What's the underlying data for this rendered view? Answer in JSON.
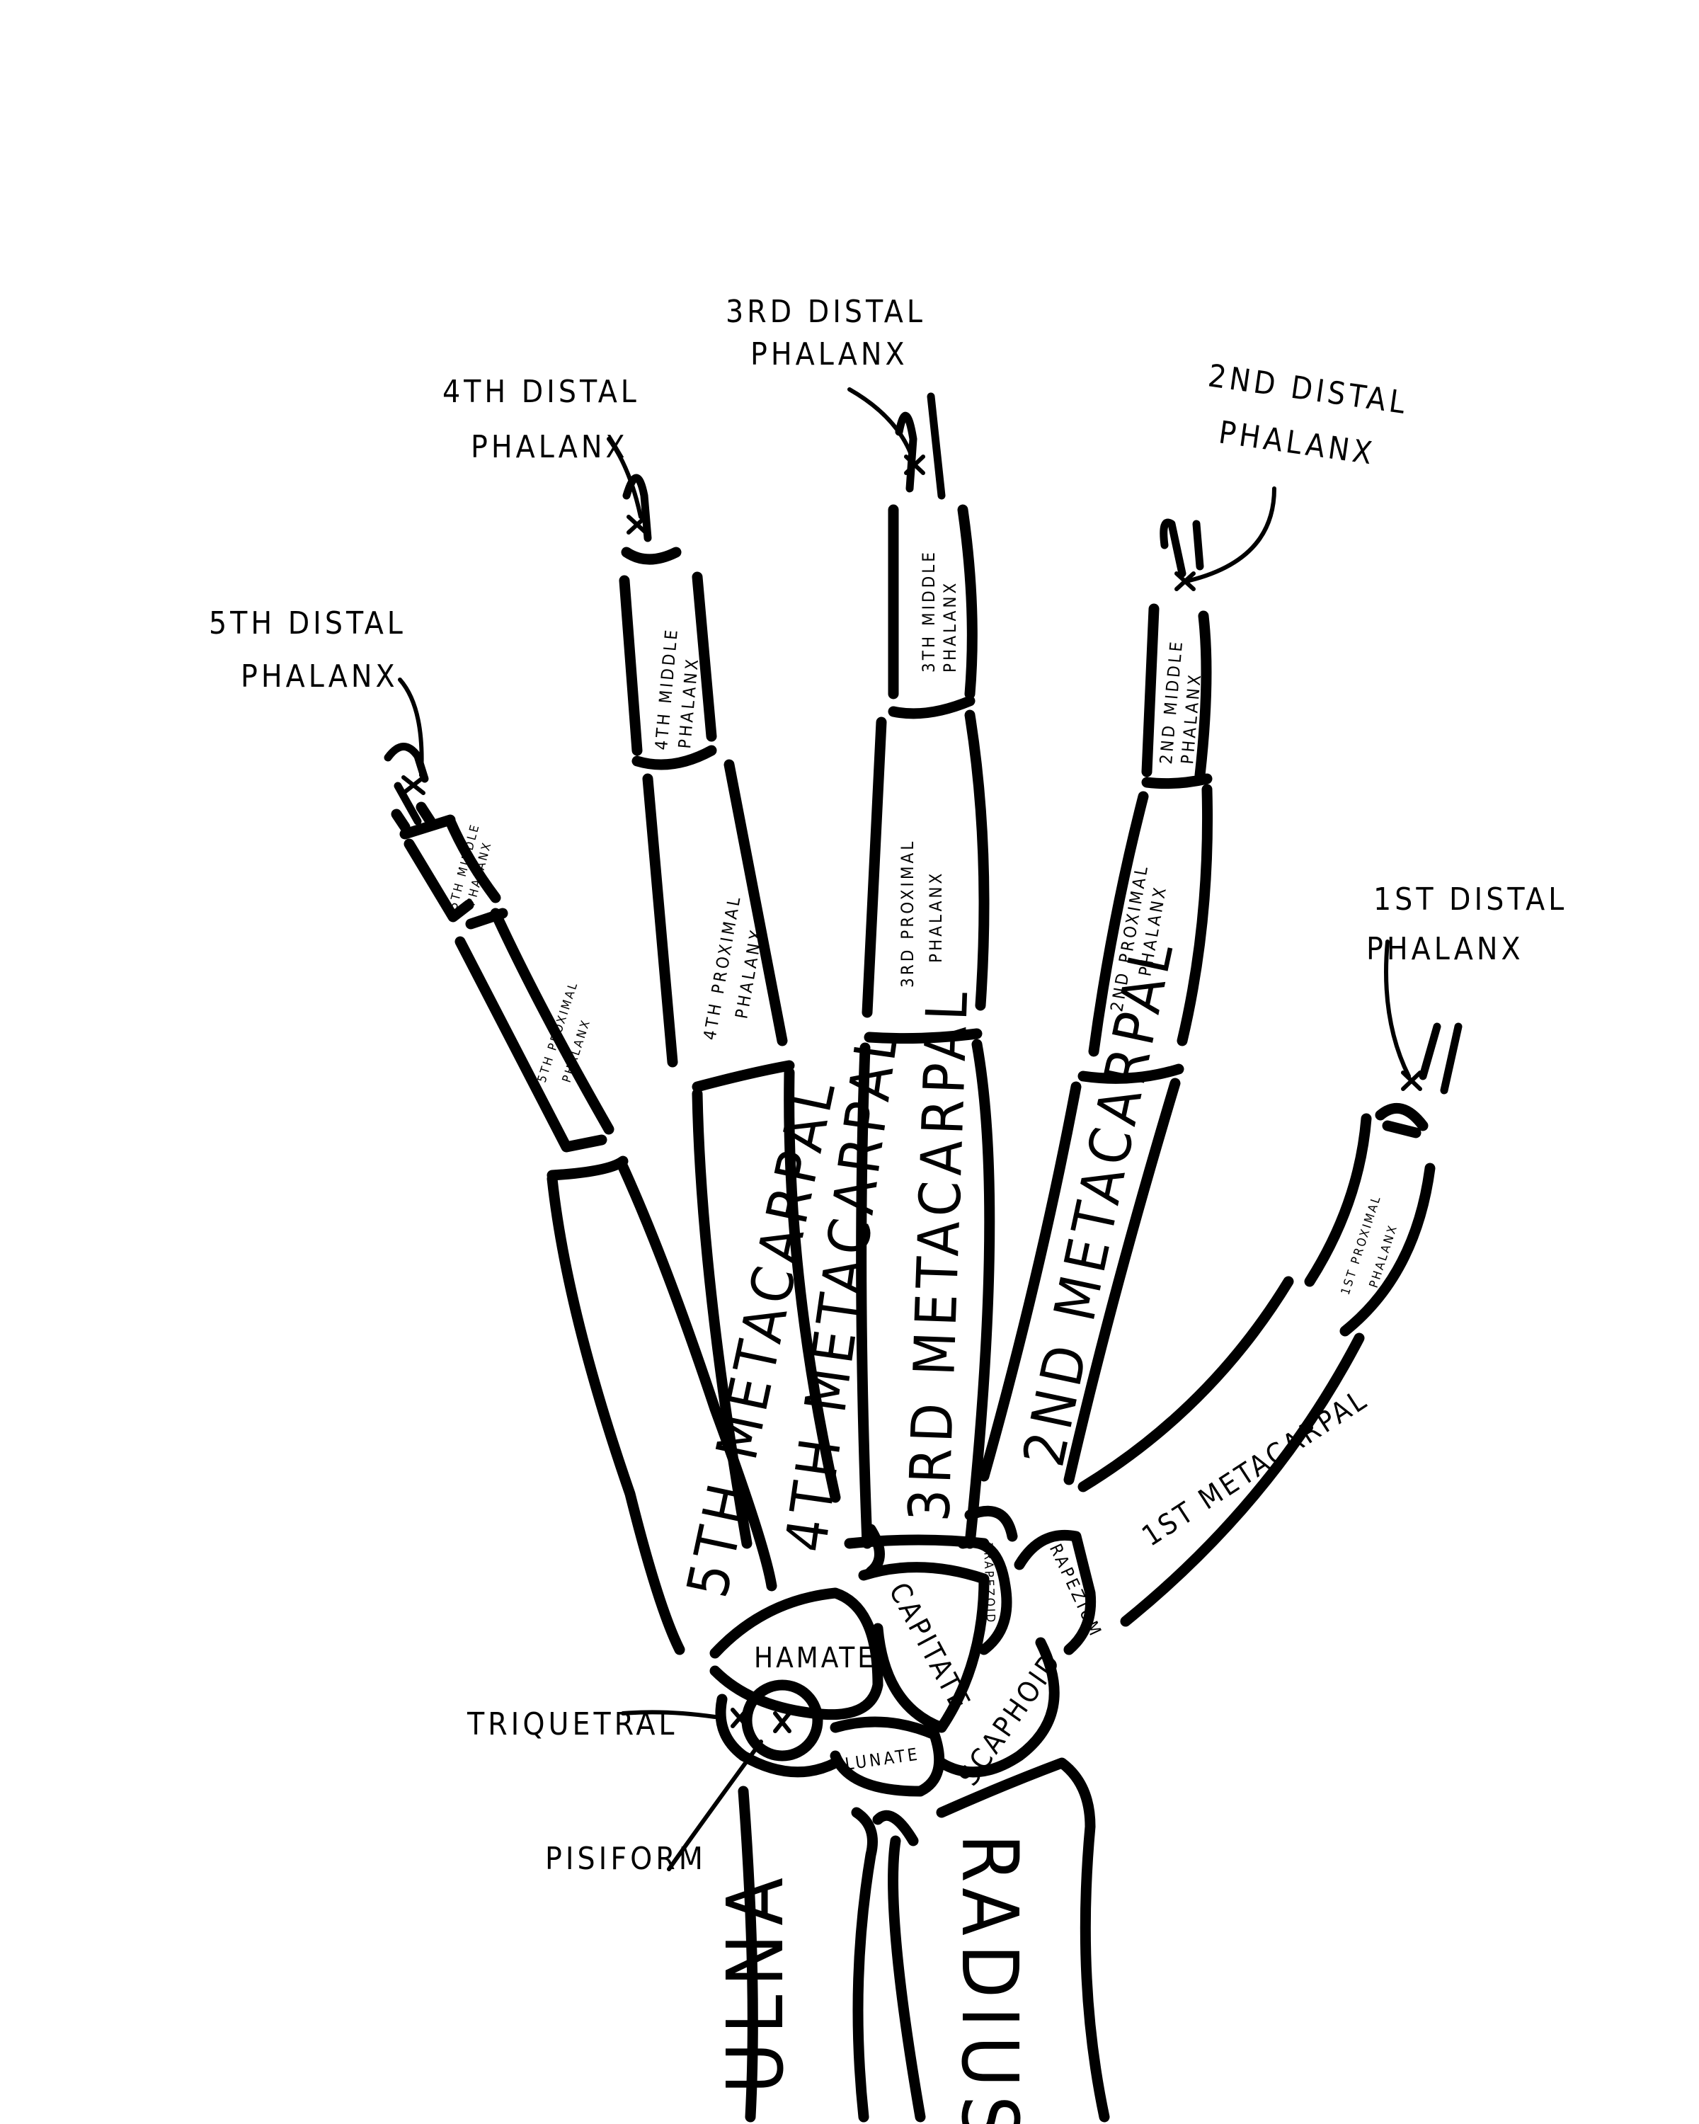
{
  "callouts": {
    "fifth_distal": [
      "5TH DISTAL",
      "PHALANX"
    ],
    "fourth_distal": [
      "4TH DISTAL",
      "PHALANX"
    ],
    "third_distal": [
      "3RD DISTAL",
      "PHALANX"
    ],
    "second_distal": [
      "2ND DISTAL",
      "PHALANX"
    ],
    "first_distal": [
      "1ST DISTAL",
      "PHALANX"
    ],
    "triquetral": "TRIQUETRAL",
    "pisiform": "PISIFORM"
  },
  "bones": {
    "fourth_middle": [
      "4TH MIDDLE",
      "PHALANX"
    ],
    "third_middle": [
      "3TH MIDDLE",
      "PHALANX"
    ],
    "second_middle": [
      "2ND MIDDLE",
      "PHALANX"
    ],
    "fifth_middle": [
      "5TH MIDDLE",
      "PHALANX"
    ],
    "fourth_proximal": [
      "4TH PROXIMAL",
      "PHALANX"
    ],
    "third_proximal": [
      "3RD PROXIMAL",
      "PHALANX"
    ],
    "second_proximal": [
      "2ND PROXIMAL",
      "PHALANX"
    ],
    "fifth_proximal": [
      "5TH PROXIMAL",
      "PHALANX"
    ],
    "first_proximal": [
      "1ST PROXIMAL",
      "PHALANX"
    ],
    "fifth_metacarpal": "5TH METACARPAL",
    "fourth_metacarpal": "4TH METACARPAL",
    "third_metacarpal": "3RD METACARPAL",
    "second_metacarpal": "2ND METACARPAL",
    "first_metacarpal": "1ST METACARPAL",
    "hamate": "HAMATE",
    "capitate": "CAPITATE",
    "trapezoid": "TRAPEZOID",
    "trapezium": "TRAPEZIUM",
    "scaphoid": "SCAPHOID",
    "lunate": "LUNATE",
    "ulna": "ULNA",
    "radius": "RADIUS"
  }
}
